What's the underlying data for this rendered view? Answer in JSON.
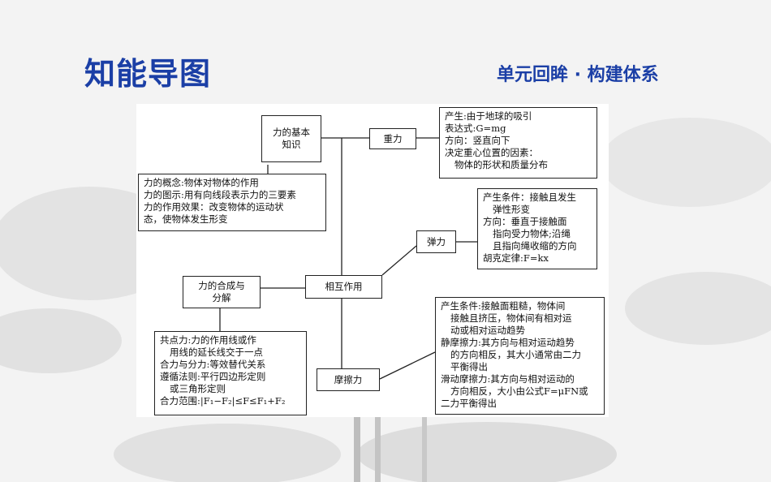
{
  "header": {
    "title": "知能导图",
    "subtitle": "单元回眸 · 构建体系"
  },
  "diagram": {
    "nodes": {
      "basic": "力的基本知识",
      "gravity": "重力",
      "elastic": "弹力",
      "interaction": "相互作用",
      "composition": "力的合成与分解",
      "friction": "摩擦力"
    },
    "details": {
      "basic": [
        "力的概念:物体对物体的作用",
        "力的图示:用有向线段表示力的三要素",
        "力的作用效果：改变物体的运动状",
        "态，使物体发生形变"
      ],
      "gravity": [
        "产生:由于地球的吸引",
        "表达式:G=mg",
        "方向：竖直向下",
        "决定重心位置的因素：",
        "物体的形状和质量分布"
      ],
      "elastic": [
        "产生条件：接触且发生",
        "弹性形变",
        "方向：垂直于接触面",
        "指向受力物体;沿绳",
        "且指向绳收缩的方向",
        "胡克定律:F=kx"
      ],
      "composition": [
        "共点力:力的作用线或作",
        "用线的延长线交于一点",
        "合力与分力:等效替代关系",
        "遵循法则:平行四边形定则",
        "或三角形定则",
        "合力范围:|F₁−F₂|≤F≤F₁+F₂"
      ],
      "friction": [
        "产生条件:接触面粗糙，物体间",
        "接触且挤压，物体间有相对运",
        "动或相对运动趋势",
        "静摩擦力:其方向与相对运动趋势",
        "的方向相反，其大小通常由二力",
        "平衡得出",
        "滑动摩擦力:其方向与相对运动的",
        "方向相反，大小由公式F=μFN或",
        "二力平衡得出"
      ]
    }
  }
}
